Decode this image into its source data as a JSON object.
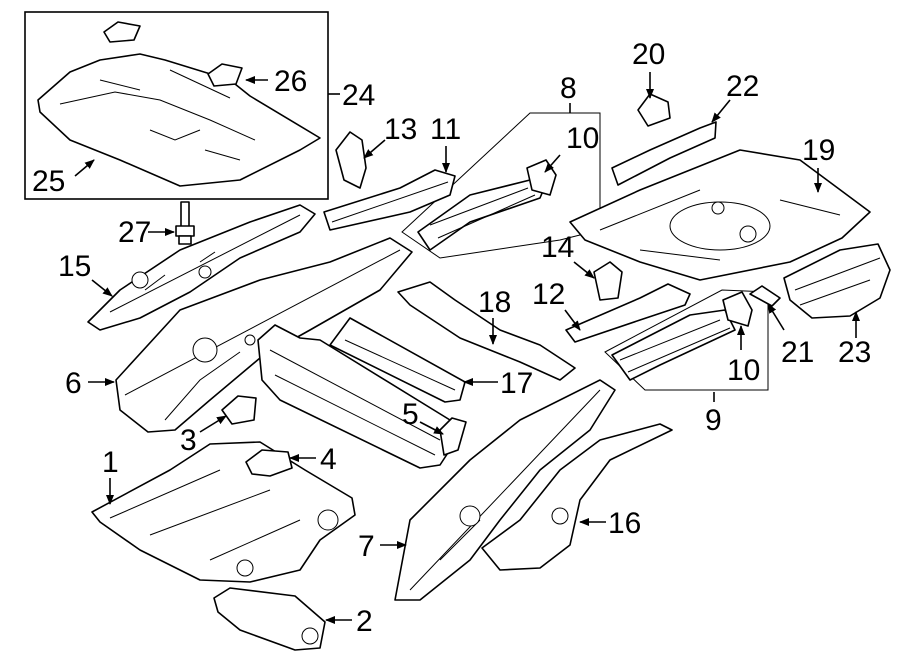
{
  "diagram": {
    "labels": {
      "p1": "1",
      "p2": "2",
      "p3": "3",
      "p4": "4",
      "p5": "5",
      "p6": "6",
      "p7": "7",
      "p8": "8",
      "p9": "9",
      "p10a": "10",
      "p10b": "10",
      "p11": "11",
      "p12": "12",
      "p13": "13",
      "p14": "14",
      "p15": "15",
      "p16": "16",
      "p17": "17",
      "p18": "18",
      "p19": "19",
      "p20": "20",
      "p21": "21",
      "p22": "22",
      "p23": "23",
      "p24": "24",
      "p25": "25",
      "p26": "26",
      "p27": "27"
    }
  }
}
